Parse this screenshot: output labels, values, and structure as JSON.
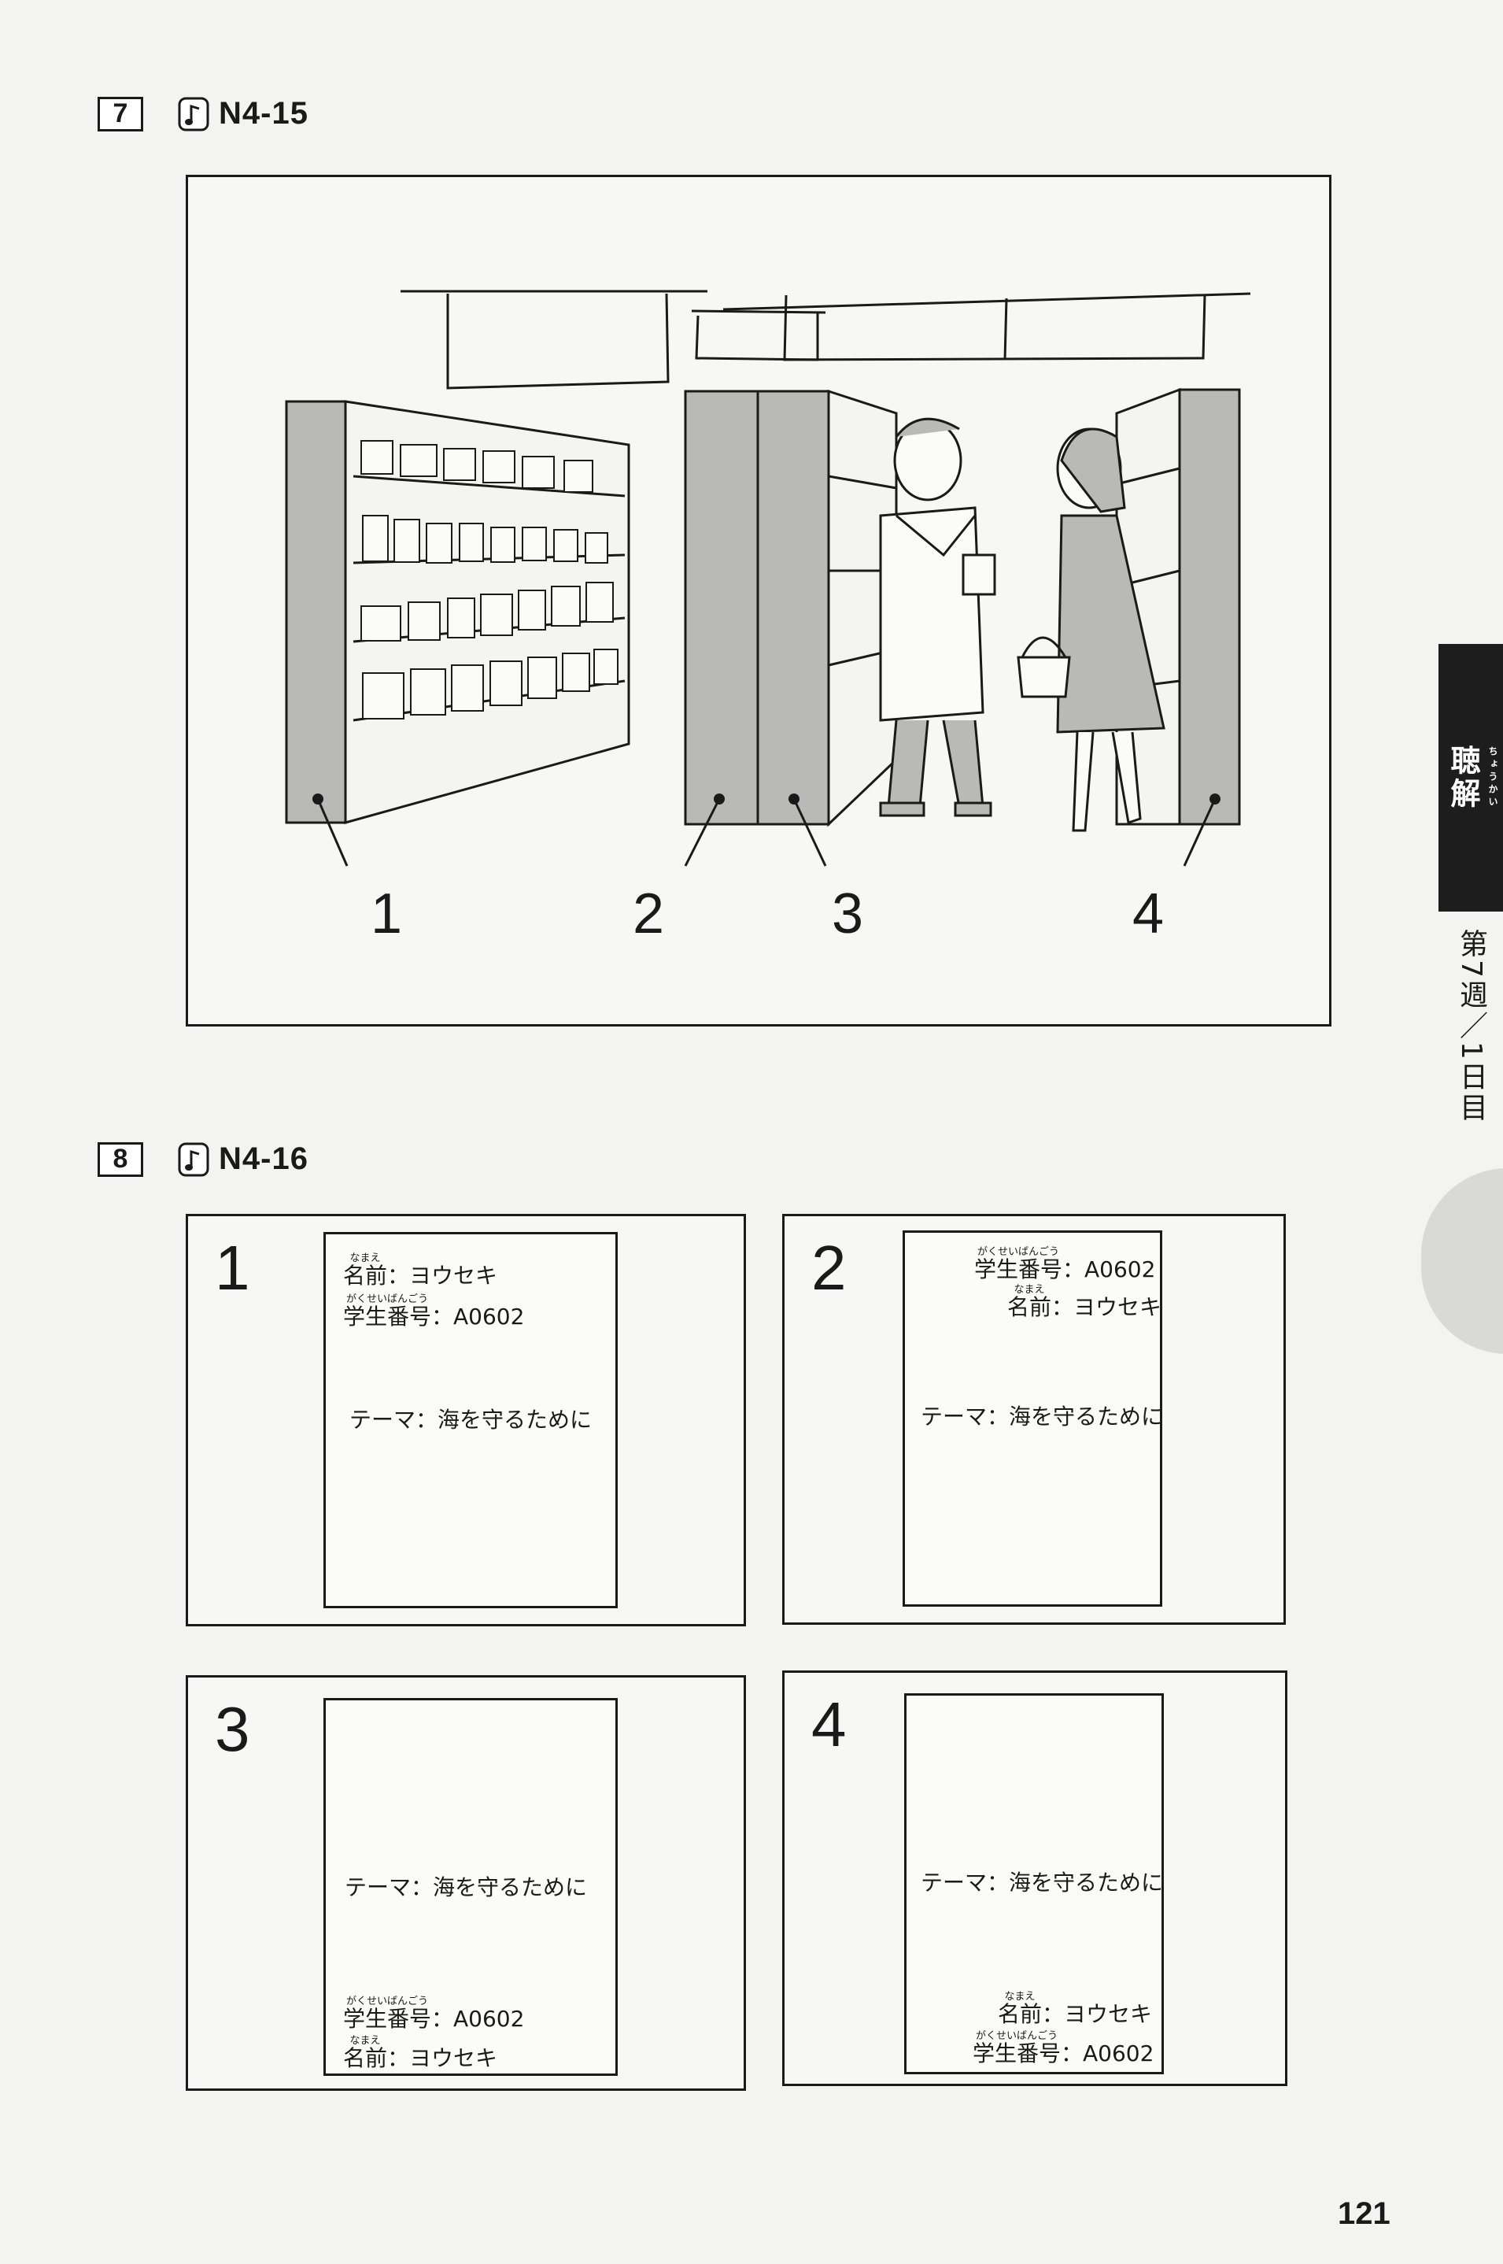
{
  "questions": [
    {
      "number": "7",
      "track": "N4-15"
    },
    {
      "number": "8",
      "track": "N4-16"
    }
  ],
  "illustration": {
    "labels": [
      "1",
      "2",
      "3",
      "4"
    ]
  },
  "options": [
    {
      "number": "1",
      "lines": [
        {
          "ruby": "なまえ",
          "label": "名前",
          "value": "：ヨウセキ"
        },
        {
          "ruby": "がくせいばんごう",
          "label": "学生番号",
          "value": "：A0602"
        },
        {
          "label": "テーマ",
          "value": "：海を守るために"
        }
      ]
    },
    {
      "number": "2",
      "lines": [
        {
          "ruby": "がくせいばんごう",
          "label": "学生番号",
          "value": "：A0602"
        },
        {
          "ruby": "なまえ",
          "label": "名前",
          "value": "：ヨウセキ"
        },
        {
          "label": "テーマ",
          "value": "：海を守るために"
        }
      ]
    },
    {
      "number": "3",
      "lines": [
        {
          "label": "テーマ",
          "value": "：海を守るために"
        },
        {
          "ruby": "がくせいばんごう",
          "label": "学生番号",
          "value": "：A0602"
        },
        {
          "ruby": "なまえ",
          "label": "名前",
          "value": "：ヨウセキ"
        }
      ]
    },
    {
      "number": "4",
      "lines": [
        {
          "label": "テーマ",
          "value": "：海を守るために"
        },
        {
          "ruby": "なまえ",
          "label": "名前",
          "value": "：ヨウセキ"
        },
        {
          "ruby": "がくせいばんごう",
          "label": "学生番号",
          "value": "：A0602"
        }
      ]
    }
  ],
  "side": {
    "section": "聴解",
    "section_ruby": "ちょうかい",
    "week": "第7週／1日目"
  },
  "page_number": "121",
  "icons": {
    "audio": "music-note-icon"
  }
}
